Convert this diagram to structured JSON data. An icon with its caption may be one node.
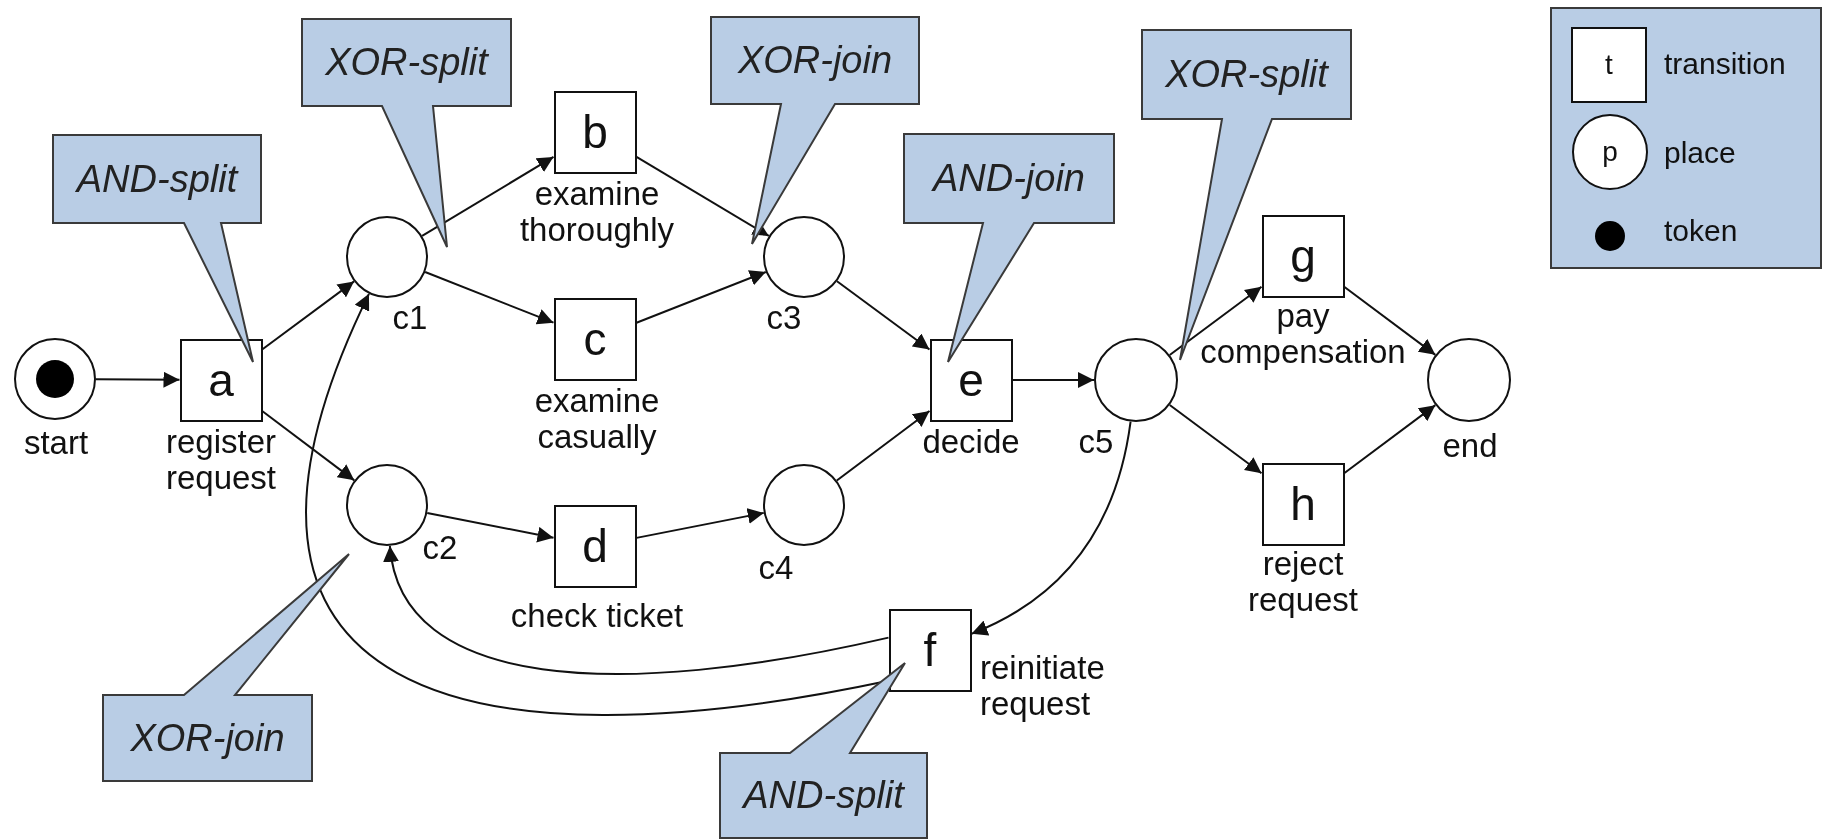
{
  "diagram": {
    "nodes": [
      {
        "text": [],
        "shape": "circle",
        "beside": [
          "start"
        ]
      },
      {
        "text": [
          "a"
        ],
        "beside": [
          "register request"
        ]
      },
      {
        "text": [],
        "shape": "circle",
        "beside": [
          "c1"
        ]
      },
      {
        "text": [],
        "shape": "circle",
        "beside": [
          "c2"
        ]
      },
      {
        "text": [
          "b"
        ],
        "beside": [
          "examine thoroughly"
        ]
      },
      {
        "text": [
          "c"
        ],
        "beside": [
          "examine casually"
        ]
      },
      {
        "text": [
          "d"
        ],
        "beside": [
          "check ticket"
        ]
      },
      {
        "text": [],
        "shape": "circle",
        "beside": [
          "c3"
        ]
      },
      {
        "text": [],
        "shape": "circle",
        "beside": [
          "c4"
        ]
      },
      {
        "text": [
          "e"
        ],
        "beside": [
          "decide"
        ]
      },
      {
        "text": [],
        "shape": "circle",
        "beside": [
          "c5"
        ]
      },
      {
        "text": [
          "g"
        ],
        "beside": [
          "pay compensation"
        ]
      },
      {
        "text": [
          "h"
        ],
        "beside": [
          "reject request"
        ]
      },
      {
        "text": [],
        "shape": "circle",
        "beside": [
          "end"
        ]
      },
      {
        "text": [
          "f"
        ],
        "beside": [
          "reinitiate request"
        ]
      },
      {
        "text": [
          "AND-split"
        ]
      },
      {
        "text": [
          "XOR-split"
        ]
      },
      {
        "text": [
          "XOR-join"
        ]
      },
      {
        "text": [
          "AND-join"
        ]
      },
      {
        "text": [
          "XOR-split"
        ]
      },
      {
        "text": [
          "XOR-join"
        ]
      },
      {
        "text": [
          "AND-split"
        ]
      },
      {
        "text": [
          "t"
        ]
      },
      {
        "text": [
          "p"
        ]
      }
    ],
    "edges": [
      {
        "from": 0,
        "to": 1,
        "arrow": "to"
      },
      {
        "from": 1,
        "to": 2,
        "arrow": "to"
      },
      {
        "from": 1,
        "to": 3,
        "arrow": "to"
      },
      {
        "from": 2,
        "to": 4,
        "arrow": "to"
      },
      {
        "from": 2,
        "to": 5,
        "arrow": "to"
      },
      {
        "from": 3,
        "to": 6,
        "arrow": "to"
      },
      {
        "from": 4,
        "to": 7,
        "arrow": "to"
      },
      {
        "from": 5,
        "to": 7,
        "arrow": "to"
      },
      {
        "from": 6,
        "to": 8,
        "arrow": "to"
      },
      {
        "from": 7,
        "to": 9,
        "arrow": "to"
      },
      {
        "from": 8,
        "to": 9,
        "arrow": "to"
      },
      {
        "from": 9,
        "to": 10,
        "arrow": "to"
      },
      {
        "from": 10,
        "to": 11,
        "arrow": "to"
      },
      {
        "from": 10,
        "to": 12,
        "arrow": "to"
      },
      {
        "from": 11,
        "to": 13,
        "arrow": "to"
      },
      {
        "from": 12,
        "to": 13,
        "arrow": "to"
      },
      {
        "from": 10,
        "to": 14,
        "arrow": "to"
      },
      {
        "from": 14,
        "to": 3,
        "arrow": "to"
      },
      {
        "from": 14,
        "to": 2,
        "arrow": "to"
      }
    ],
    "legend": [
      {
        "text": "transition"
      },
      {
        "text": "place"
      },
      {
        "text": "token"
      }
    ]
  }
}
